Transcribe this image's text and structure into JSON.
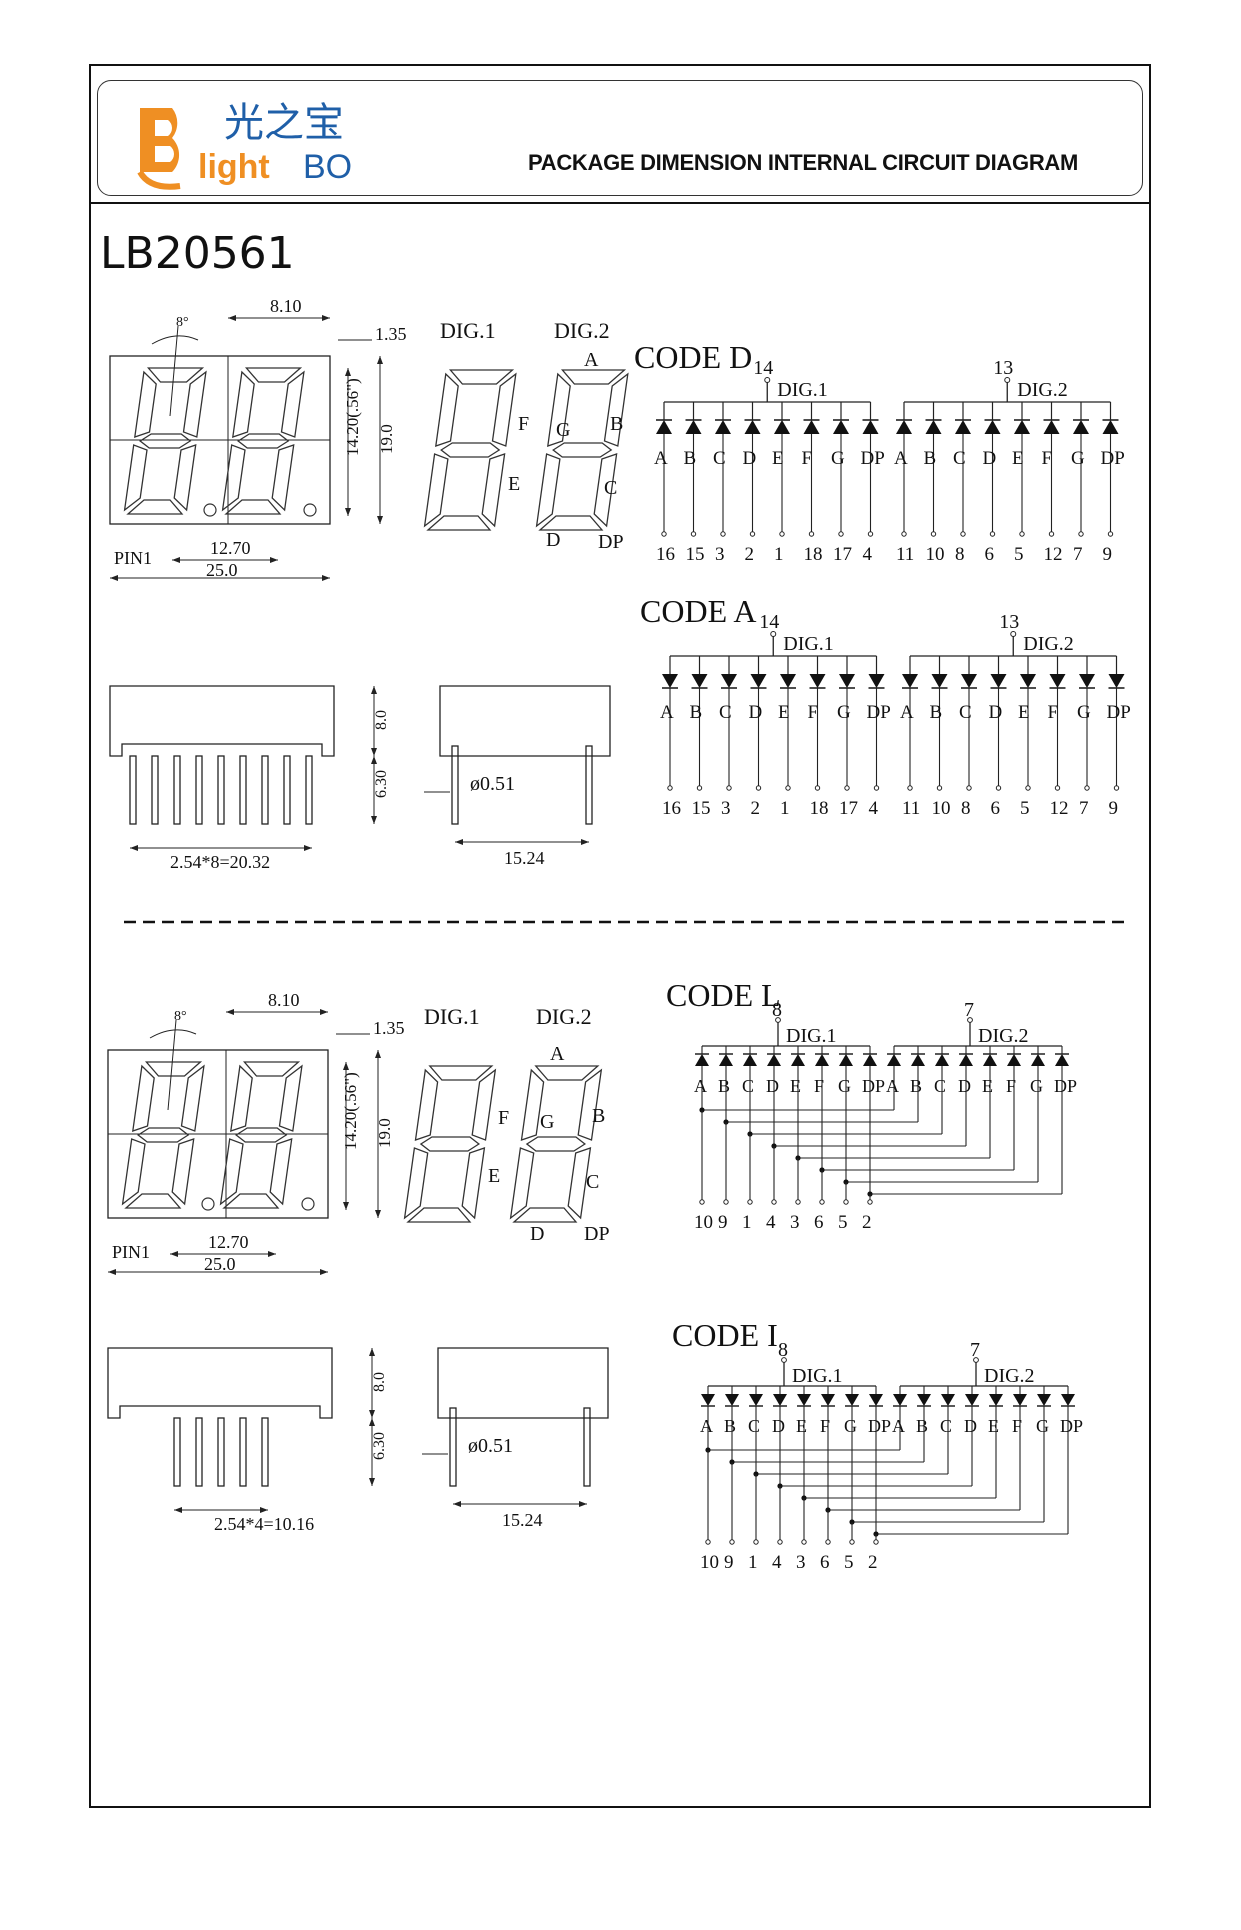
{
  "header": {
    "logo_cn": "光之宝",
    "logo_light": "light",
    "logo_bo": "BO",
    "title": "PACKAGE DIMENSION INTERNAL CIRCUIT DIAGRAM"
  },
  "model": "LB20561",
  "top_package": {
    "angle": "8°",
    "digit_width": "8.10",
    "dp_offset": "1.35",
    "digit_height": "14.20(.56\")",
    "body_height": "19.0",
    "pitch": "12.70",
    "body_width": "25.0",
    "pin1": "PIN1",
    "side_height": "8.0",
    "pin_length": "6.30",
    "pin_dia": "ø0.51",
    "pin_row": "15.24",
    "pin_span": "2.54*8=20.32"
  },
  "bottom_package": {
    "angle": "8°",
    "digit_width": "8.10",
    "dp_offset": "1.35",
    "digit_height": "14.20(.56\")",
    "body_height": "19.0",
    "pitch": "12.70",
    "body_width": "25.0",
    "pin1": "PIN1",
    "side_height": "8.0",
    "pin_length": "6.30",
    "pin_dia": "ø0.51",
    "pin_row": "15.24",
    "pin_span": "2.54*4=10.16"
  },
  "digits": {
    "dig1": "DIG.1",
    "dig2": "DIG.2"
  },
  "segments": [
    "A",
    "B",
    "C",
    "D",
    "E",
    "F",
    "G",
    "DP"
  ],
  "circuits": {
    "code_d": {
      "title": "CODE D",
      "common1": "14",
      "common2": "13",
      "pins1": [
        "16",
        "15",
        "3",
        "2",
        "1",
        "18",
        "17",
        "4"
      ],
      "pins2": [
        "11",
        "10",
        "8",
        "6",
        "5",
        "12",
        "7",
        "9"
      ]
    },
    "code_a": {
      "title": "CODE A",
      "common1": "14",
      "common2": "13",
      "pins1": [
        "16",
        "15",
        "3",
        "2",
        "1",
        "18",
        "17",
        "4"
      ],
      "pins2": [
        "11",
        "10",
        "8",
        "6",
        "5",
        "12",
        "7",
        "9"
      ]
    },
    "code_l": {
      "title": "CODE L",
      "common1": "8",
      "common2": "7",
      "pins": [
        "10",
        "9",
        "1",
        "4",
        "3",
        "6",
        "5",
        "2"
      ]
    },
    "code_i": {
      "title": "CODE I",
      "common1": "8",
      "common2": "7",
      "pins": [
        "10",
        "9",
        "1",
        "4",
        "3",
        "6",
        "5",
        "2"
      ]
    }
  }
}
